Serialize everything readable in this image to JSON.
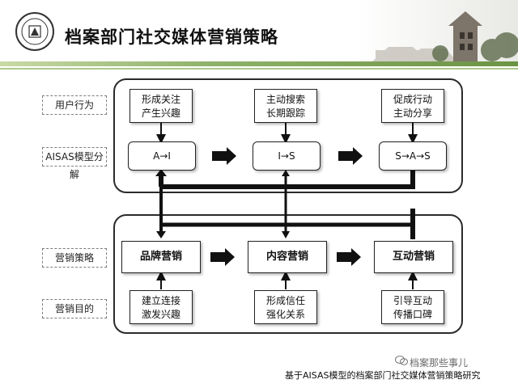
{
  "header": {
    "title": "档案部门社交媒体营销策略"
  },
  "row_labels": {
    "user_behavior": "用户行为",
    "aisas_model": "AISAS模型分解",
    "marketing_strategy": "营销策略",
    "marketing_goal": "营销目的"
  },
  "user_behavior": [
    {
      "line1": "形成关注",
      "line2": "产生兴趣"
    },
    {
      "line1": "主动搜索",
      "line2": "长期跟踪"
    },
    {
      "line1": "促成行动",
      "line2": "主动分享"
    }
  ],
  "aisas": [
    "A→I",
    "I→S",
    "S→A→S"
  ],
  "strategies": [
    "品牌营销",
    "内容营销",
    "互动营销"
  ],
  "goals": [
    {
      "line1": "建立连接",
      "line2": "激发兴趣"
    },
    {
      "line1": "形成信任",
      "line2": "强化关系"
    },
    {
      "line1": "引导互动",
      "line2": "传播口碑"
    }
  ],
  "footer": {
    "caption": "基于AISAS模型的档案部门社交媒体营销策略研究",
    "watermark": "档案那些事儿"
  },
  "colors": {
    "accent_green": "#8fb26a",
    "stroke": "#111111"
  }
}
